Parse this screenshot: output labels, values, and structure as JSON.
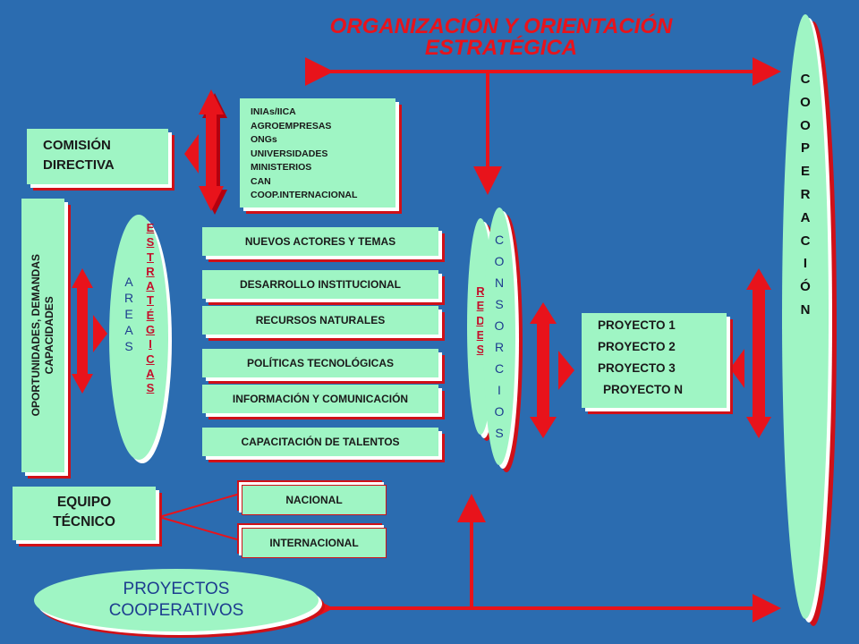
{
  "title": {
    "line1": "ORGANIZACIÓN Y ORIENTACIÓN",
    "line2": "ESTRATÉGICA"
  },
  "comision": {
    "line1": "COMISIÓN",
    "line2": "DIRECTIVA"
  },
  "actors": [
    "INIAs/IICA",
    "AGROEMPRESAS",
    "ONGs",
    "UNIVERSIDADES",
    "MINISTERIOS",
    "CAN",
    "COOP.INTERNACIONAL"
  ],
  "oportunidades": {
    "line1": "OPORTUNIDADES, DEMANDAS",
    "line2": "CAPACIDADES"
  },
  "areas": [
    "A",
    "R",
    "E",
    "A",
    "S"
  ],
  "estrategicas": [
    "E",
    "S",
    "T",
    "R",
    "A",
    "T",
    "É",
    "G",
    "I",
    "C",
    "A",
    "S"
  ],
  "themes": [
    "NUEVOS ACTORES Y TEMAS",
    "DESARROLLO INSTITUCIONAL",
    "RECURSOS NATURALES",
    "POLÍTICAS TECNOLÓGICAS",
    "INFORMACIÓN Y COMUNICACIÓN",
    "CAPACITACIÓN  DE TALENTOS"
  ],
  "redes": [
    "R",
    "E",
    "D",
    "E",
    "S"
  ],
  "consorcios": [
    "C",
    "O",
    "N",
    "S",
    "O",
    "R",
    "C",
    "I",
    "O",
    "S"
  ],
  "proyectos": [
    "PROYECTO 1",
    "PROYECTO 2",
    "PROYECTO 3",
    "PROYECTO  N"
  ],
  "cooperacion": [
    "C",
    "O",
    "O",
    "P",
    "E",
    "R",
    "A",
    "C",
    "I",
    "Ó",
    "N"
  ],
  "equipo": {
    "line1": "EQUIPO",
    "line2": "TÉCNICO"
  },
  "equipo_types": [
    "NACIONAL",
    "INTERNACIONAL"
  ],
  "proyectos_coop": {
    "line1": "PROYECTOS",
    "line2": "COOPERATIVOS"
  },
  "colors": {
    "background": "#2b6cb0",
    "box": "#9ff5c4",
    "arrow": "#e8131b"
  }
}
